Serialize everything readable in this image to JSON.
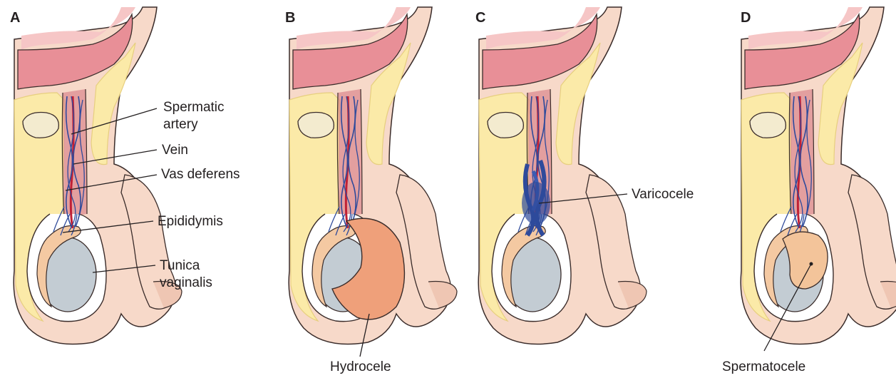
{
  "panels": [
    {
      "letter": "A",
      "labels": {
        "spermatic_artery": "Spermatic\nartery",
        "vein": "Vein",
        "vas_deferens": "Vas deferens",
        "epididymis": "Epididymis",
        "tunica_vaginalis": "Tunica\nvaginalis"
      }
    },
    {
      "letter": "B",
      "labels": {
        "hydrocele": "Hydrocele"
      }
    },
    {
      "letter": "C",
      "labels": {
        "varicocele": "Varicocele"
      }
    },
    {
      "letter": "D",
      "labels": {
        "spermatocele": "Spermatocele"
      }
    }
  ],
  "colors": {
    "skin": "#f7d9c9",
    "skin_dark": "#e9b7a3",
    "fat": "#fbeaa8",
    "fat_edge": "#e7cf7f",
    "bladder": "#e88f97",
    "bladder_light": "#f6c6c6",
    "muscle": "#d46f7b",
    "testis": "#c3ccd3",
    "epididymis": "#f4c9a2",
    "vein": "#2e4a9b",
    "artery": "#c02035",
    "hydrocele": "#efa07a",
    "spermatocele": "#f3c49a",
    "bone": "#f3ebcf",
    "outline": "#3a2c2a"
  }
}
